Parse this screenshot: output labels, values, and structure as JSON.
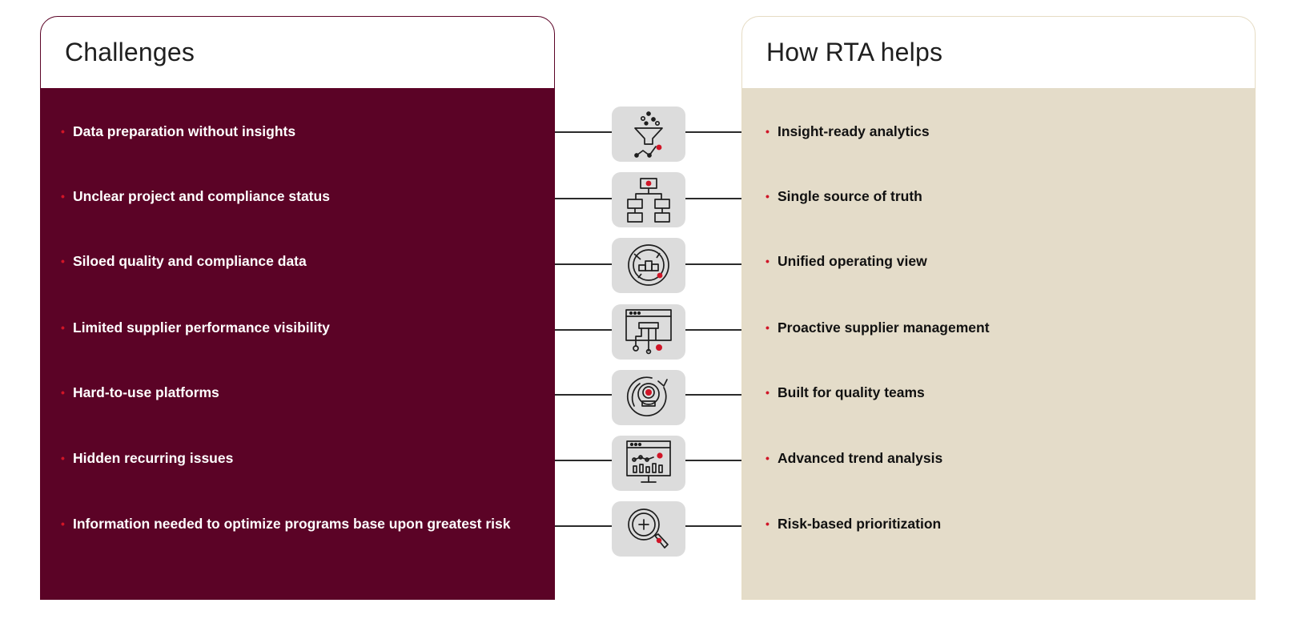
{
  "left_panel": {
    "title": "Challenges",
    "items": [
      "Data preparation without insights",
      "Unclear project and compliance status",
      "Siloed quality and compliance data",
      "Limited supplier performance visibility",
      "Hard-to-use platforms",
      "Hidden recurring issues",
      "Information needed to optimize programs base upon greatest risk"
    ]
  },
  "right_panel": {
    "title": "How RTA helps",
    "items": [
      "Insight-ready analytics",
      "Single source of truth",
      "Unified operating view",
      "Proactive supplier management",
      "Built for quality teams",
      "Advanced trend analysis",
      "Risk-based prioritization"
    ]
  },
  "icons": [
    "funnel-icon",
    "hierarchy-icon",
    "target-chart-icon",
    "dashboard-network-icon",
    "refresh-target-icon",
    "monitor-trend-icon",
    "magnifier-plus-icon"
  ],
  "colors": {
    "challenge_bg": "#5b0326",
    "help_bg": "#e4dcc9",
    "accent": "#d01527",
    "icon_bg": "#dcdcdc"
  },
  "bullet": "•"
}
